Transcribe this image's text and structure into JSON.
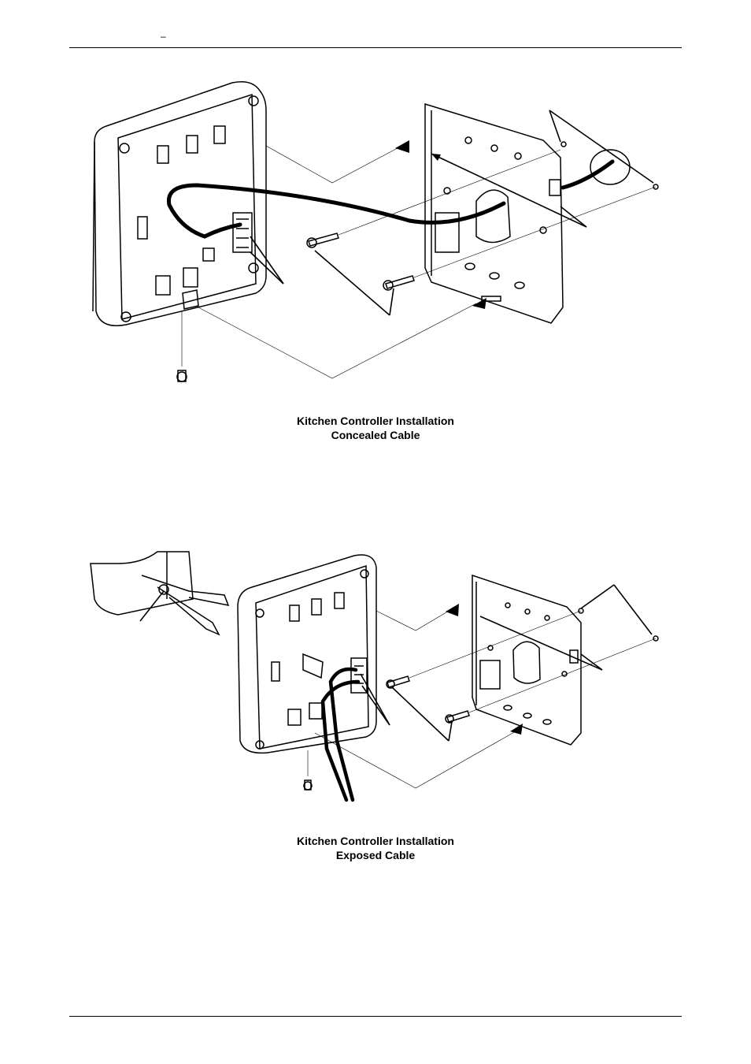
{
  "header": {
    "mark": "–"
  },
  "figures": [
    {
      "caption_line1": "Kitchen Controller Installation",
      "caption_line2": "Concealed Cable"
    },
    {
      "caption_line1": "Kitchen Controller Installation",
      "caption_line2": "Exposed Cable"
    }
  ]
}
